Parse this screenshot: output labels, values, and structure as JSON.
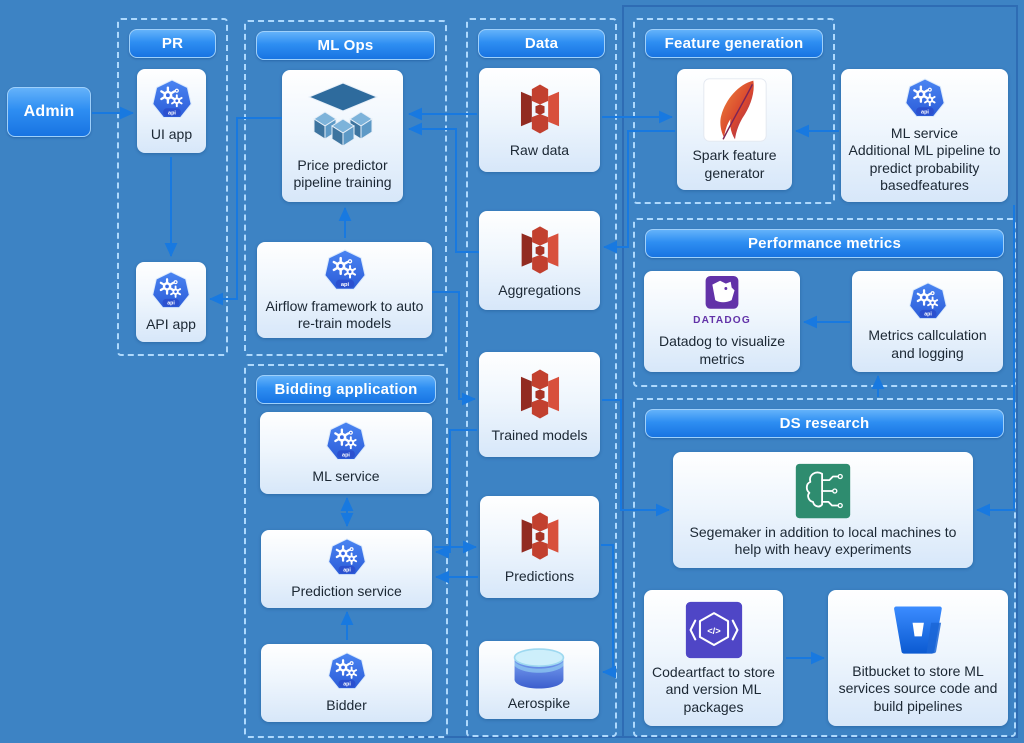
{
  "groups": {
    "pr": "PR",
    "ml_ops": "ML Ops",
    "bidding": "Bidding application",
    "data": "Data",
    "feature_generation": "Feature generation",
    "performance_metrics": "Performance metrics",
    "ds_research": "DS research"
  },
  "nodes": {
    "admin": "Admin",
    "ui_app": "UI app",
    "api_app": "API app",
    "price_predictor": "Price predictor pipeline training",
    "airflow": "Airflow framework to auto re-train models",
    "ml_service": "ML service",
    "prediction_service": "Prediction service",
    "bidder": "Bidder",
    "raw_data": "Raw data",
    "aggregations": "Aggregations",
    "trained_models": "Trained models",
    "predictions": "Predictions",
    "aerospike": "Aerospike",
    "spark": "Spark feature generator",
    "ml_service_additional": "ML service\nAdditional ML pipeline to predict probability basedfeatures",
    "datadog": "Datadog to visualize metrics",
    "metrics_calc": "Metrics callculation and logging",
    "sagemaker": "Segemaker in addition to local machines to help with heavy experiments",
    "codeartifact": "Codeartfact to store and version ML packages",
    "bitbucket": "Bitbucket to store ML services source code and build pipelines"
  },
  "icon_captions": {
    "kubernetes_api": "api",
    "datadog_wordmark": "DATADOG",
    "codeartifact_glyph": "</>"
  },
  "colors": {
    "background": "#3d83c4",
    "connector": "#1879e0",
    "header_gradient_top": "#64b2fa",
    "header_gradient_bottom": "#1874e2",
    "dashed_border": "#aed9fd",
    "s3_red": "#c2402f",
    "kubernetes_blue": "#2c5cd8",
    "datadog_purple": "#6232a8",
    "sagemaker_green": "#2e8c6f",
    "codeartifact_indigo": "#4f46c6",
    "bitbucket_blue": "#1b66d6"
  },
  "edges": [
    {
      "from": "admin",
      "to": "ui_app"
    },
    {
      "from": "ui_app",
      "to": "api_app"
    },
    {
      "from": "price_predictor",
      "to": "api_app"
    },
    {
      "from": "airflow",
      "to": "price_predictor"
    },
    {
      "from": "raw_data",
      "to": "price_predictor"
    },
    {
      "from": "aggregations",
      "to": "price_predictor"
    },
    {
      "from": "airflow",
      "to": "trained_models"
    },
    {
      "from": "raw_data",
      "to": "spark"
    },
    {
      "from": "spark",
      "to": "aggregations"
    },
    {
      "from": "ml_service_additional",
      "to": "spark"
    },
    {
      "from": "metrics_calc",
      "to": "datadog"
    },
    {
      "from": "ds_research",
      "to": "metrics_calc"
    },
    {
      "from": "trained_models",
      "to": "sagemaker"
    },
    {
      "from": "ml_service_additional",
      "to": "sagemaker"
    },
    {
      "from": "predictions",
      "to": "aerospike"
    },
    {
      "from": "trained_models",
      "to": "prediction_service"
    },
    {
      "from": "predictions",
      "to": "prediction_service"
    },
    {
      "from": "prediction_service",
      "to": "predictions"
    },
    {
      "from": "ml_service",
      "to": "prediction_service",
      "bidirectional": true
    },
    {
      "from": "bidder",
      "to": "prediction_service"
    },
    {
      "from": "codeartifact",
      "to": "bitbucket"
    }
  ]
}
